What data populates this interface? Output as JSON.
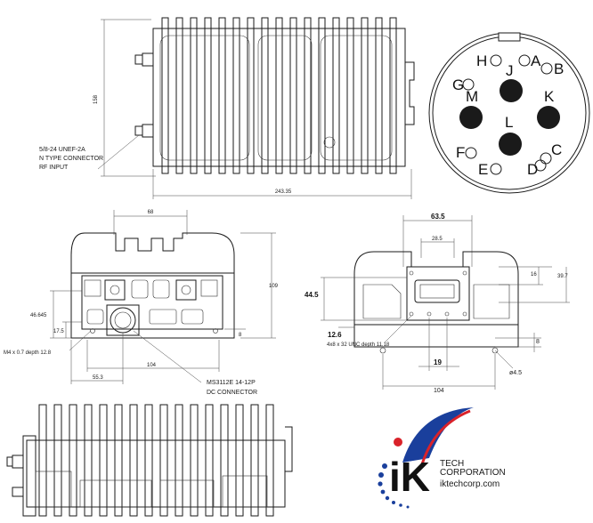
{
  "top_view": {
    "height_label": "158",
    "width_label": "243.35",
    "connector_label_line1": "5/8-24 UNEF-2A",
    "connector_label_line2": "N TYPE CONNECTOR",
    "connector_label_line3": "RF INPUT"
  },
  "connector_face": {
    "pins": [
      "H",
      "J",
      "A",
      "G",
      "M",
      "B",
      "K",
      "L",
      "F",
      "C",
      "E",
      "D"
    ]
  },
  "front_view": {
    "top_width": "68",
    "height": "109",
    "dim_46": "46.645",
    "dim_17": "17.5",
    "dim_8": "8",
    "dim_55": "55.3",
    "dim_104": "104",
    "mount_hole_label": "M4 x 0.7 depth 12.8",
    "dc_label_line1": "MS3112E 14-12P",
    "dc_label_line2": "DC CONNECTOR"
  },
  "rear_view": {
    "dim_63": "63.5",
    "dim_28": "28.5",
    "dim_16": "16",
    "dim_39": "39.7",
    "dim_44": "44.5",
    "dim_12": "12.6",
    "hole_note": "4x8 x 32 UNC depth 11.18",
    "dim_19": "19",
    "dim_8": "8",
    "dim_104": "104",
    "dia_label": "ø4.5"
  },
  "logo": {
    "letters": "iK",
    "line1": "TECH",
    "line2": "CORPORATION",
    "url": "iktechcorp.com",
    "brand_blue": "#1a3f9c",
    "brand_red": "#d9222a"
  }
}
